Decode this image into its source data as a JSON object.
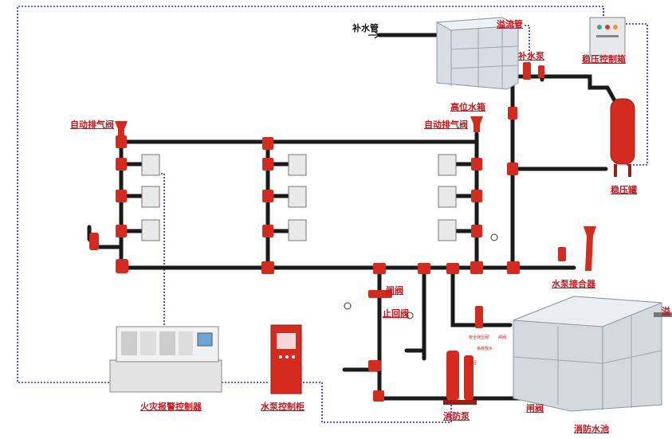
{
  "labels": {
    "makeup_pipe": "补水管",
    "overflow_pipe": "溢流管",
    "makeup_pump": "补水泵",
    "pressure_control_box": "稳压控制箱",
    "high_tank": "高位水箱",
    "auto_vent_valve_left": "自动排气阀",
    "auto_vent_valve_right": "自动排气阀",
    "pressure_tank": "稳压罐",
    "pump_connector": "水泵接合器",
    "gate_valve_upper": "闸阀",
    "check_valve": "止回阀",
    "fire_alarm_controller": "火灾报警控制器",
    "pump_control_cabinet": "水泵控制柜",
    "fire_pump": "消防泵",
    "gate_valve_lower": "闸阀",
    "fire_pool": "消防水池",
    "safety_relief_valve": "安全泄压阀",
    "test_drain": "系统放水",
    "small_gate": "闸阀",
    "small_reducer": "变径",
    "edge_cut": "溢"
  },
  "colors": {
    "pipe": "#1a1a1a",
    "fitting": "#d42b1e",
    "signal_line": "#1a2fd6",
    "label": "#c8171e"
  }
}
